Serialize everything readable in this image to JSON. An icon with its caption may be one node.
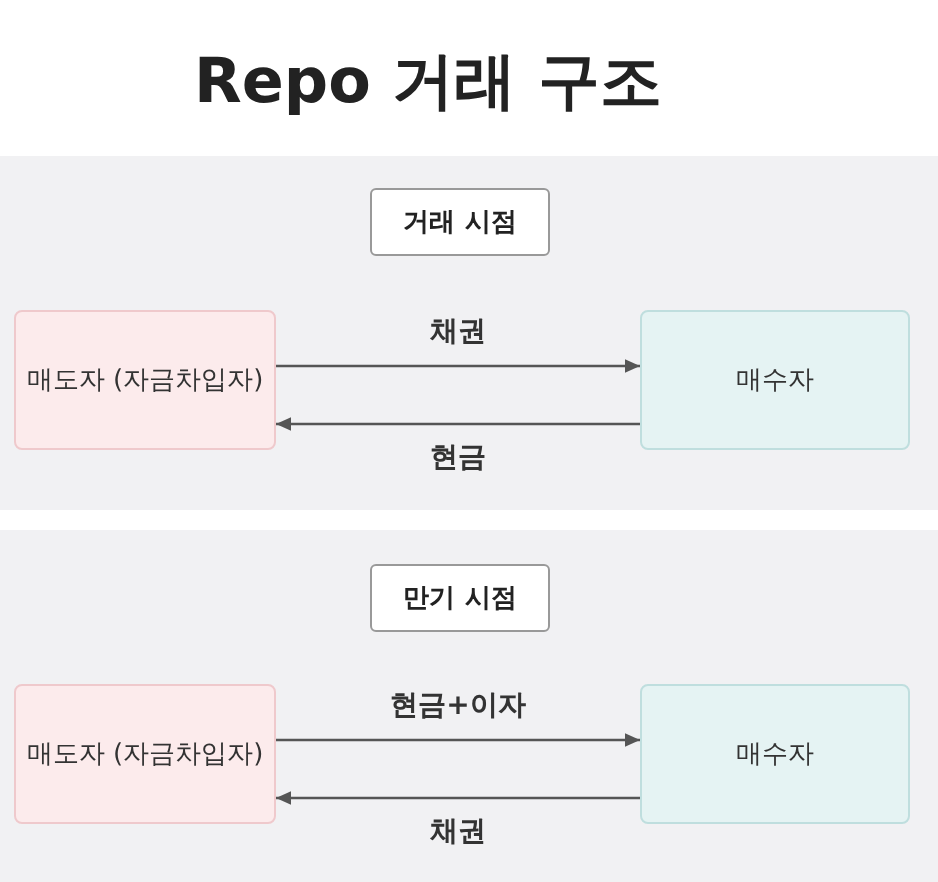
{
  "diagram": {
    "title": "Repo 거래 구조",
    "nodes": [
      {
        "text": [
          "거래 시점"
        ]
      },
      {
        "text": [
          "매도자 (자금차입자)"
        ]
      },
      {
        "text": [
          "매수자"
        ]
      },
      {
        "text": [
          "만기 시점"
        ]
      },
      {
        "text": [
          "매도자 (자금차입자)"
        ]
      },
      {
        "text": [
          "매수자"
        ]
      }
    ],
    "edges": [
      {
        "from": 1,
        "to": 2,
        "arrow": "to",
        "label": "채권"
      },
      {
        "from": 2,
        "to": 1,
        "arrow": "to",
        "label": "현금"
      },
      {
        "from": 4,
        "to": 5,
        "arrow": "to",
        "label": "현금+이자"
      },
      {
        "from": 5,
        "to": 4,
        "arrow": "to",
        "label": "채권"
      }
    ]
  }
}
